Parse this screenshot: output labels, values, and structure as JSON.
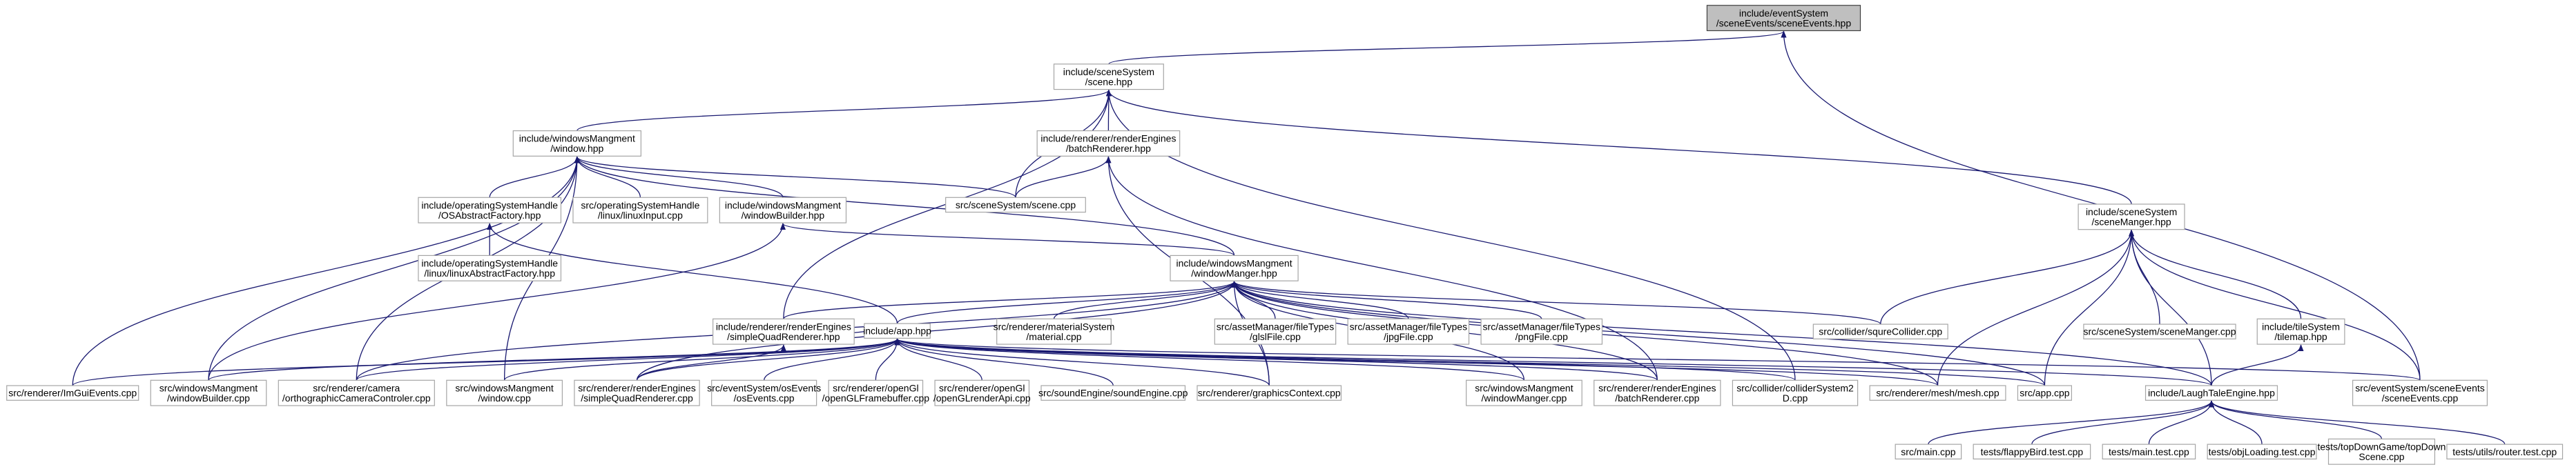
{
  "diagram": {
    "root": "n0",
    "nodes": [
      {
        "id": "n0",
        "lines": [
          "include/eventSystem",
          "/sceneEvents/sceneEvents.hpp"
        ]
      },
      {
        "id": "n1",
        "lines": [
          "include/sceneSystem",
          "/scene.hpp"
        ]
      },
      {
        "id": "n2",
        "lines": [
          "include/windowsMangment",
          "/window.hpp"
        ]
      },
      {
        "id": "n3",
        "lines": [
          "include/renderer/renderEngines",
          "/batchRenderer.hpp"
        ]
      },
      {
        "id": "n4",
        "lines": [
          "include/sceneSystem",
          "/sceneManger.hpp"
        ]
      },
      {
        "id": "n5",
        "lines": [
          "include/operatingSystemHandle",
          "/OSAbstractFactory.hpp"
        ]
      },
      {
        "id": "n6",
        "lines": [
          "src/operatingSystemHandle",
          "/linux/linuxInput.cpp"
        ]
      },
      {
        "id": "n7",
        "lines": [
          "include/windowsMangment",
          "/windowBuilder.hpp"
        ]
      },
      {
        "id": "n8",
        "lines": [
          "src/sceneSystem/scene.cpp"
        ]
      },
      {
        "id": "n9",
        "lines": [
          "include/operatingSystemHandle",
          "/linux/linuxAbstractFactory.hpp"
        ]
      },
      {
        "id": "n10",
        "lines": [
          "include/windowsMangment",
          "/windowManger.hpp"
        ]
      },
      {
        "id": "n11",
        "lines": [
          "include/renderer/renderEngines",
          "/simpleQuadRenderer.hpp"
        ]
      },
      {
        "id": "n12",
        "lines": [
          "include/app.hpp"
        ]
      },
      {
        "id": "n13",
        "lines": [
          "src/renderer/materialSystem",
          "/material.cpp"
        ]
      },
      {
        "id": "n14",
        "lines": [
          "src/assetManager/fileTypes",
          "/glslFile.cpp"
        ]
      },
      {
        "id": "n15",
        "lines": [
          "src/assetManager/fileTypes",
          "/jpgFile.cpp"
        ]
      },
      {
        "id": "n16",
        "lines": [
          "src/assetManager/fileTypes",
          "/pngFile.cpp"
        ]
      },
      {
        "id": "n17",
        "lines": [
          "src/collider/squreCollider.cpp"
        ]
      },
      {
        "id": "n18",
        "lines": [
          "src/sceneSystem/sceneManger.cpp"
        ]
      },
      {
        "id": "n19",
        "lines": [
          "include/tileSystem",
          "/tilemap.hpp"
        ]
      },
      {
        "id": "n20",
        "lines": [
          "src/renderer/ImGuiEvents.cpp"
        ]
      },
      {
        "id": "n21",
        "lines": [
          "src/windowsMangment",
          "/windowBuilder.cpp"
        ]
      },
      {
        "id": "n22",
        "lines": [
          "src/renderer/camera",
          "/orthographicCameraControler.cpp"
        ]
      },
      {
        "id": "n23",
        "lines": [
          "src/windowsMangment",
          "/window.cpp"
        ]
      },
      {
        "id": "n24",
        "lines": [
          "src/renderer/renderEngines",
          "/simpleQuadRenderer.cpp"
        ]
      },
      {
        "id": "n25",
        "lines": [
          "src/eventSystem/osEvents",
          "/osEvents.cpp"
        ]
      },
      {
        "id": "n26",
        "lines": [
          "src/renderer/openGl",
          "/openGLFramebuffer.cpp"
        ]
      },
      {
        "id": "n27",
        "lines": [
          "src/renderer/openGl",
          "/openGLrenderApi.cpp"
        ]
      },
      {
        "id": "n28",
        "lines": [
          "src/soundEngine/soundEngine.cpp"
        ]
      },
      {
        "id": "n29",
        "lines": [
          "src/renderer/graphicsContext.cpp"
        ]
      },
      {
        "id": "n30",
        "lines": [
          "src/windowsMangment",
          "/windowManger.cpp"
        ]
      },
      {
        "id": "n31",
        "lines": [
          "src/renderer/renderEngines",
          "/batchRenderer.cpp"
        ]
      },
      {
        "id": "n32",
        "lines": [
          "src/collider/colliderSystem2",
          "D.cpp"
        ]
      },
      {
        "id": "n33",
        "lines": [
          "src/renderer/mesh/mesh.cpp"
        ]
      },
      {
        "id": "n34",
        "lines": [
          "src/app.cpp"
        ]
      },
      {
        "id": "n35",
        "lines": [
          "include/LaughTaleEngine.hpp"
        ]
      },
      {
        "id": "n36",
        "lines": [
          "src/eventSystem/sceneEvents",
          "/sceneEvents.cpp"
        ]
      },
      {
        "id": "n37",
        "lines": [
          "src/main.cpp"
        ]
      },
      {
        "id": "n38",
        "lines": [
          "tests/flappyBird.test.cpp"
        ]
      },
      {
        "id": "n39",
        "lines": [
          "tests/main.test.cpp"
        ]
      },
      {
        "id": "n40",
        "lines": [
          "tests/objLoading.test.cpp"
        ]
      },
      {
        "id": "n41",
        "lines": [
          "tests/topDownGame/topDown",
          "Scene.cpp"
        ]
      },
      {
        "id": "n42",
        "lines": [
          "tests/utils/router.test.cpp"
        ]
      }
    ],
    "edges": [
      [
        "n1",
        "n0"
      ],
      [
        "n36",
        "n0"
      ],
      [
        "n2",
        "n1"
      ],
      [
        "n3",
        "n1"
      ],
      [
        "n8",
        "n1"
      ],
      [
        "n4",
        "n1"
      ],
      [
        "n11",
        "n1"
      ],
      [
        "n32",
        "n1"
      ],
      [
        "n5",
        "n2"
      ],
      [
        "n6",
        "n2"
      ],
      [
        "n7",
        "n2"
      ],
      [
        "n8",
        "n2"
      ],
      [
        "n10",
        "n2"
      ],
      [
        "n20",
        "n2"
      ],
      [
        "n21",
        "n2"
      ],
      [
        "n22",
        "n2"
      ],
      [
        "n23",
        "n2"
      ],
      [
        "n8",
        "n3"
      ],
      [
        "n31",
        "n3"
      ],
      [
        "n29",
        "n3"
      ],
      [
        "n17",
        "n4"
      ],
      [
        "n18",
        "n4"
      ],
      [
        "n19",
        "n4"
      ],
      [
        "n33",
        "n4"
      ],
      [
        "n34",
        "n4"
      ],
      [
        "n35",
        "n4"
      ],
      [
        "n36",
        "n4"
      ],
      [
        "n9",
        "n5"
      ],
      [
        "n12",
        "n5"
      ],
      [
        "n21",
        "n7"
      ],
      [
        "n10",
        "n7"
      ],
      [
        "n11",
        "n10"
      ],
      [
        "n12",
        "n10"
      ],
      [
        "n13",
        "n10"
      ],
      [
        "n14",
        "n10"
      ],
      [
        "n15",
        "n10"
      ],
      [
        "n16",
        "n10"
      ],
      [
        "n17",
        "n10"
      ],
      [
        "n22",
        "n10"
      ],
      [
        "n24",
        "n10"
      ],
      [
        "n30",
        "n10"
      ],
      [
        "n31",
        "n10"
      ],
      [
        "n33",
        "n10"
      ],
      [
        "n34",
        "n10"
      ],
      [
        "n35",
        "n10"
      ],
      [
        "n29",
        "n10"
      ],
      [
        "n24",
        "n11"
      ],
      [
        "n12",
        "n11"
      ],
      [
        "n20",
        "n12"
      ],
      [
        "n21",
        "n12"
      ],
      [
        "n22",
        "n12"
      ],
      [
        "n23",
        "n12"
      ],
      [
        "n24",
        "n12"
      ],
      [
        "n25",
        "n12"
      ],
      [
        "n26",
        "n12"
      ],
      [
        "n27",
        "n12"
      ],
      [
        "n28",
        "n12"
      ],
      [
        "n29",
        "n12"
      ],
      [
        "n30",
        "n12"
      ],
      [
        "n31",
        "n12"
      ],
      [
        "n32",
        "n12"
      ],
      [
        "n33",
        "n12"
      ],
      [
        "n34",
        "n12"
      ],
      [
        "n35",
        "n12"
      ],
      [
        "n36",
        "n12"
      ],
      [
        "n35",
        "n19"
      ],
      [
        "n37",
        "n35"
      ],
      [
        "n38",
        "n35"
      ],
      [
        "n39",
        "n35"
      ],
      [
        "n40",
        "n35"
      ],
      [
        "n41",
        "n35"
      ],
      [
        "n42",
        "n35"
      ]
    ]
  },
  "colors": {
    "edge": "#191970",
    "root_fill": "#bfbfbf",
    "node_border": "#a5a5a5"
  }
}
